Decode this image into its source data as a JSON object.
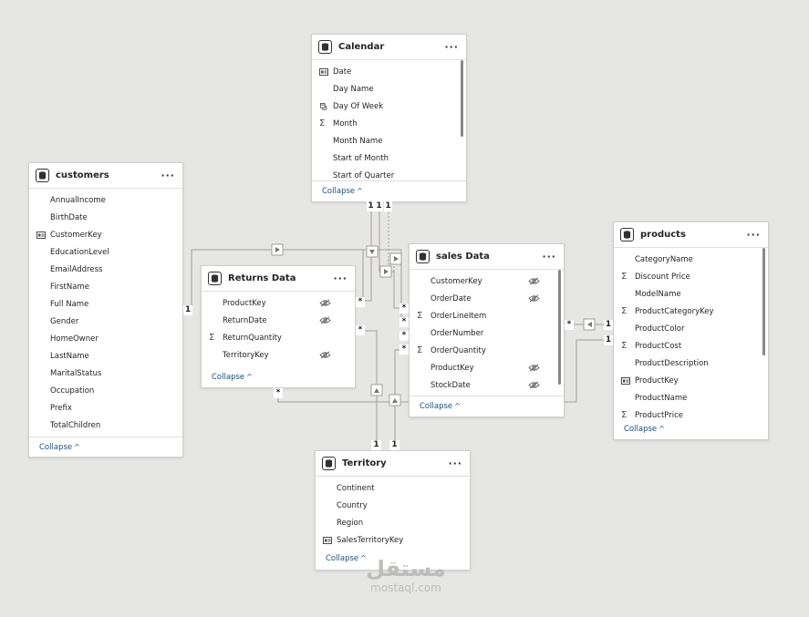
{
  "tables": {
    "calendar": {
      "title": "Calendar",
      "fields": [
        {
          "name": "Date",
          "icon": "key-icon",
          "hidden": false
        },
        {
          "name": "Day Name",
          "icon": "",
          "hidden": false
        },
        {
          "name": "Day Of Week",
          "icon": "calendar-hierarchy-icon",
          "hidden": false
        },
        {
          "name": "Month",
          "icon": "sigma-icon",
          "hidden": false
        },
        {
          "name": "Month Name",
          "icon": "",
          "hidden": false
        },
        {
          "name": "Start of Month",
          "icon": "",
          "hidden": false
        },
        {
          "name": "Start of Quarter",
          "icon": "",
          "hidden": false
        }
      ],
      "collapse": "Collapse"
    },
    "customers": {
      "title": "customers",
      "fields": [
        {
          "name": "AnnualIncome",
          "icon": "",
          "hidden": false
        },
        {
          "name": "BirthDate",
          "icon": "",
          "hidden": false
        },
        {
          "name": "CustomerKey",
          "icon": "key-icon",
          "hidden": false
        },
        {
          "name": "EducationLevel",
          "icon": "",
          "hidden": false
        },
        {
          "name": "EmailAddress",
          "icon": "",
          "hidden": false
        },
        {
          "name": "FirstName",
          "icon": "",
          "hidden": false
        },
        {
          "name": "Full Name",
          "icon": "",
          "hidden": false
        },
        {
          "name": "Gender",
          "icon": "",
          "hidden": false
        },
        {
          "name": "HomeOwner",
          "icon": "",
          "hidden": false
        },
        {
          "name": "LastName",
          "icon": "",
          "hidden": false
        },
        {
          "name": "MaritalStatus",
          "icon": "",
          "hidden": false
        },
        {
          "name": "Occupation",
          "icon": "",
          "hidden": false
        },
        {
          "name": "Prefix",
          "icon": "",
          "hidden": false
        },
        {
          "name": "TotalChildren",
          "icon": "",
          "hidden": false
        }
      ],
      "collapse": "Collapse"
    },
    "returns": {
      "title": "Returns Data",
      "fields": [
        {
          "name": "ProductKey",
          "icon": "",
          "hidden": true
        },
        {
          "name": "ReturnDate",
          "icon": "",
          "hidden": true
        },
        {
          "name": "ReturnQuantity",
          "icon": "sigma-icon",
          "hidden": false
        },
        {
          "name": "TerritoryKey",
          "icon": "",
          "hidden": true
        }
      ],
      "collapse": "Collapse"
    },
    "sales": {
      "title": "sales Data",
      "fields": [
        {
          "name": "CustomerKey",
          "icon": "",
          "hidden": true
        },
        {
          "name": "OrderDate",
          "icon": "",
          "hidden": true
        },
        {
          "name": "OrderLineItem",
          "icon": "sigma-icon",
          "hidden": false
        },
        {
          "name": "OrderNumber",
          "icon": "",
          "hidden": false
        },
        {
          "name": "OrderQuantity",
          "icon": "sigma-icon",
          "hidden": false
        },
        {
          "name": "ProductKey",
          "icon": "",
          "hidden": true
        },
        {
          "name": "StockDate",
          "icon": "",
          "hidden": true
        }
      ],
      "collapse": "Collapse"
    },
    "products": {
      "title": "products",
      "fields": [
        {
          "name": "CategoryName",
          "icon": "",
          "hidden": false
        },
        {
          "name": "Discount Price",
          "icon": "sigma-icon",
          "hidden": false
        },
        {
          "name": "ModelName",
          "icon": "",
          "hidden": false
        },
        {
          "name": "ProductCategoryKey",
          "icon": "sigma-icon",
          "hidden": false
        },
        {
          "name": "ProductColor",
          "icon": "",
          "hidden": false
        },
        {
          "name": "ProductCost",
          "icon": "sigma-icon",
          "hidden": false
        },
        {
          "name": "ProductDescription",
          "icon": "",
          "hidden": false
        },
        {
          "name": "ProductKey",
          "icon": "key-icon",
          "hidden": false
        },
        {
          "name": "ProductName",
          "icon": "",
          "hidden": false
        },
        {
          "name": "ProductPrice",
          "icon": "sigma-icon",
          "hidden": false
        }
      ],
      "collapse": "Collapse"
    },
    "territory": {
      "title": "Territory",
      "fields": [
        {
          "name": "Continent",
          "icon": "",
          "hidden": false
        },
        {
          "name": "Country",
          "icon": "",
          "hidden": false
        },
        {
          "name": "Region",
          "icon": "",
          "hidden": false
        },
        {
          "name": "SalesTerritoryKey",
          "icon": "key-icon",
          "hidden": false
        }
      ],
      "collapse": "Collapse"
    }
  },
  "more_label": "···",
  "cardinality": {
    "one": "1",
    "many": "*"
  },
  "watermark": {
    "arabic": "مستقل",
    "latin": "mostaql.com"
  }
}
